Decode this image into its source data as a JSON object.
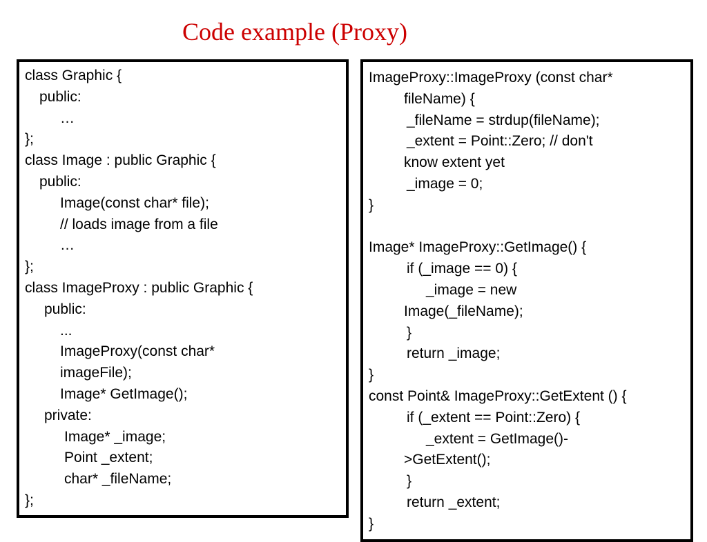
{
  "title": {
    "text": "Code example (Proxy)",
    "color": "#cc0000"
  },
  "left_code": [
    "class Graphic {",
    "public:",
    "…",
    "};",
    "class Image : public Graphic {",
    "public:",
    "Image(const char* file);",
    "// loads image from a file",
    "…",
    "};",
    "class ImageProxy : public Graphic {",
    "public:",
    "...",
    "ImageProxy(const char*",
    "imageFile);",
    "Image* GetImage();",
    "private:",
    "Image* _image;",
    "Point _extent;",
    "char* _fileName;",
    "};"
  ],
  "right_code": [
    "ImageProxy::ImageProxy (const char*",
    "fileName)  {",
    "_fileName = strdup(fileName);",
    "_extent = Point::Zero;  // don't",
    "know extent yet",
    "_image = 0;",
    "}",
    "",
    "Image* ImageProxy::GetImage() {",
    "if (_image == 0) {",
    "_image = new",
    "Image(_fileName);",
    "}",
    "return _image;",
    "}",
    "const Point& ImageProxy::GetExtent () {",
    "if (_extent == Point::Zero) {",
    "_extent = GetImage()-",
    ">GetExtent();",
    "}",
    "return _extent;",
    "}"
  ]
}
